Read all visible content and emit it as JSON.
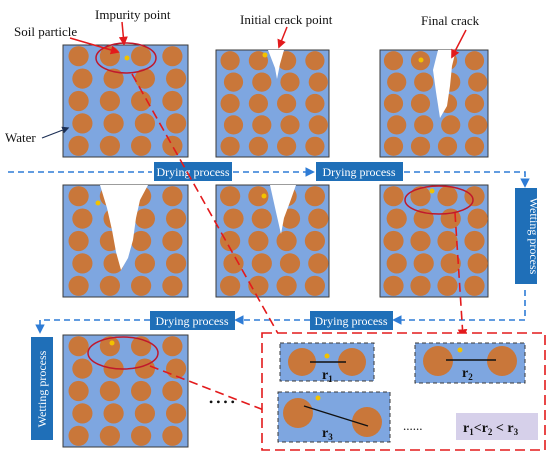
{
  "labels": {
    "soil_particle": "Soil particle",
    "impurity_point": "Impurity point",
    "initial_crack_point": "Initial crack point",
    "final_crack": "Final crack",
    "water": "Water"
  },
  "process_boxes": {
    "drying_1": "Drying process",
    "drying_2": "Drying process",
    "drying_3": "Drying process",
    "drying_4": "Drying process",
    "wetting_1": "Wetting process",
    "wetting_2": "Wetting process"
  },
  "radii": {
    "r1": {
      "base": "r",
      "sub": "1"
    },
    "r2": {
      "base": "r",
      "sub": "2"
    },
    "r3": {
      "base": "r",
      "sub": "3"
    }
  },
  "ellipsis": {
    "left": "• • • •",
    "right": "......"
  },
  "relation": {
    "r": "r",
    "s1": "1",
    "lt1": "<",
    "s2": "2",
    "lt2": " < ",
    "s3": "3"
  },
  "colors": {
    "water": "#7ea6e0",
    "water_border": "#3a3a3a",
    "particle": "#c9773a",
    "impurity": "#f2c200",
    "process_box": "#1f6fb8",
    "dash_blue": "#2e7cd6",
    "dash_red": "#e31a1c",
    "ellipse": "#c0182c",
    "relation_bg": "#d6d0ea"
  }
}
